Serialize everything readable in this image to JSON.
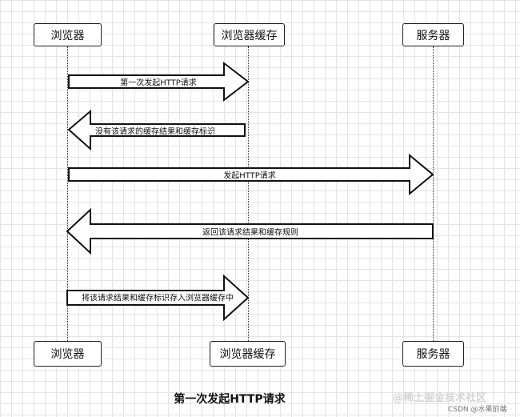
{
  "participants": {
    "browser": "浏览器",
    "cache": "浏览器缓存",
    "server": "服务器"
  },
  "messages": [
    "第一次发起HTTP请求",
    "没有该请求的缓存结果和缓存标识",
    "发起HTTP请求",
    "返回该请求结果和缓存规则",
    "将该请求结果和缓存标识存入浏览器缓存中"
  ],
  "caption": "第一次发起HTTP请求",
  "watermark": {
    "source": "@稀土掘金技术社区",
    "credit": "CSDN @水果前端"
  }
}
